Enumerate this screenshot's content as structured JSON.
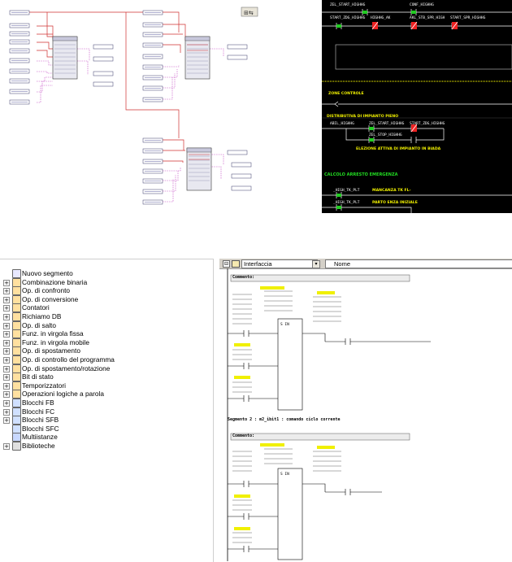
{
  "cfc": {
    "toolbar_icon": "grid-toolbar-icon",
    "accent_wire": "#d03030",
    "accent_dotted": "#c040c0",
    "block_color": "#e8e8f0"
  },
  "lad_dark": {
    "contacts": {
      "c1": "ZEL_START_HIGHHG",
      "c2": "CONF_HIGHHG",
      "c3": "START_ZDG_HIGHHG",
      "c4": "HIGHHG_AK",
      "c5": "AKL_STB_SPR_HIGH",
      "c6": "START_SPR_HIGHHG",
      "c7": "ZEL_START_HIGHHG",
      "c8": "ZEL_STOP_HIGHHG",
      "c9": "ABIL_HIGHHG",
      "c10": "START_ZDG_HIGHHG",
      "c11": "_HIGH_TK_PLT",
      "c12": "_HIGH_TK_PLT"
    },
    "labels": {
      "zone_title": "ZONE CONTROLE",
      "network_desc": "DISTRIBUTIVA DI IMPIANTO PIENO",
      "network_desc2": "ELEZIONE ATTIVA DI IMPIANTO IN BIADA",
      "calc_title": "CALCOLO ARRESTO EMERGENZA",
      "calc_a": "MANCANZA TK FL-",
      "calc_b": "PARTO ENZA INIZIALE"
    },
    "colors": {
      "rung": "#ffffff",
      "text_yellow": "#f0f000",
      "text_green": "#22dd22"
    }
  },
  "tree": {
    "items": [
      {
        "label": "Nuovo segmento",
        "icon": "new-network-icon",
        "expandable": false
      },
      {
        "label": "Combinazione binaria",
        "icon": "bit-logic-icon",
        "expandable": true
      },
      {
        "label": "Op. di confronto",
        "icon": "comparator-icon",
        "expandable": true
      },
      {
        "label": "Op. di conversione",
        "icon": "converter-icon",
        "expandable": true
      },
      {
        "label": "Contatori",
        "icon": "counter-icon",
        "expandable": true
      },
      {
        "label": "Richiamo DB",
        "icon": "db-call-icon",
        "expandable": true
      },
      {
        "label": "Op. di salto",
        "icon": "jump-icon",
        "expandable": true
      },
      {
        "label": "Funz. in virgola fissa",
        "icon": "integer-math-icon",
        "expandable": true
      },
      {
        "label": "Funz. in virgola mobile",
        "icon": "float-math-icon",
        "expandable": true
      },
      {
        "label": "Op. di spostamento",
        "icon": "move-icon",
        "expandable": true
      },
      {
        "label": "Op. di controllo del programma",
        "icon": "program-control-icon",
        "expandable": true
      },
      {
        "label": "Op. di spostamento/rotazione",
        "icon": "shift-rotate-icon",
        "expandable": true
      },
      {
        "label": "Bit di stato",
        "icon": "status-bits-icon",
        "expandable": true
      },
      {
        "label": "Temporizzatori",
        "icon": "timer-icon",
        "expandable": true
      },
      {
        "label": "Operazioni logiche a parola",
        "icon": "word-logic-icon",
        "expandable": true
      },
      {
        "label": "Blocchi FB",
        "icon": "fb-blocks-icon",
        "expandable": true
      },
      {
        "label": "Blocchi FC",
        "icon": "fc-blocks-icon",
        "expandable": true
      },
      {
        "label": "Blocchi SFB",
        "icon": "sfb-blocks-icon",
        "expandable": true
      },
      {
        "label": "Blocchi SFC",
        "icon": "sfc-blocks-icon",
        "expandable": false
      },
      {
        "label": "Multiistanze",
        "icon": "multi-instance-icon",
        "expandable": false
      },
      {
        "label": "Biblioteche",
        "icon": "libraries-icon",
        "expandable": true
      }
    ]
  },
  "editor": {
    "toolbar": {
      "interface_label": "Interfaccia",
      "name_column": "Nome"
    },
    "segment1": {
      "comment_label": "Commento:",
      "coil_top": "m 15.mem1.",
      "coil_text": "Comando ciclo corrente",
      "out_addr": "m 16.mem1.",
      "out_text": "Comando ciclo corrente"
    },
    "segment2": {
      "title": "Segmento 2 : m2_ibit1 : comando ciclo corrente",
      "comment_label": "Commento:",
      "block_label": "m 15.mem1."
    },
    "contact_labels": [
      "m 15.mem1.",
      "m 15.mem1.",
      "m 15.mem1."
    ]
  }
}
